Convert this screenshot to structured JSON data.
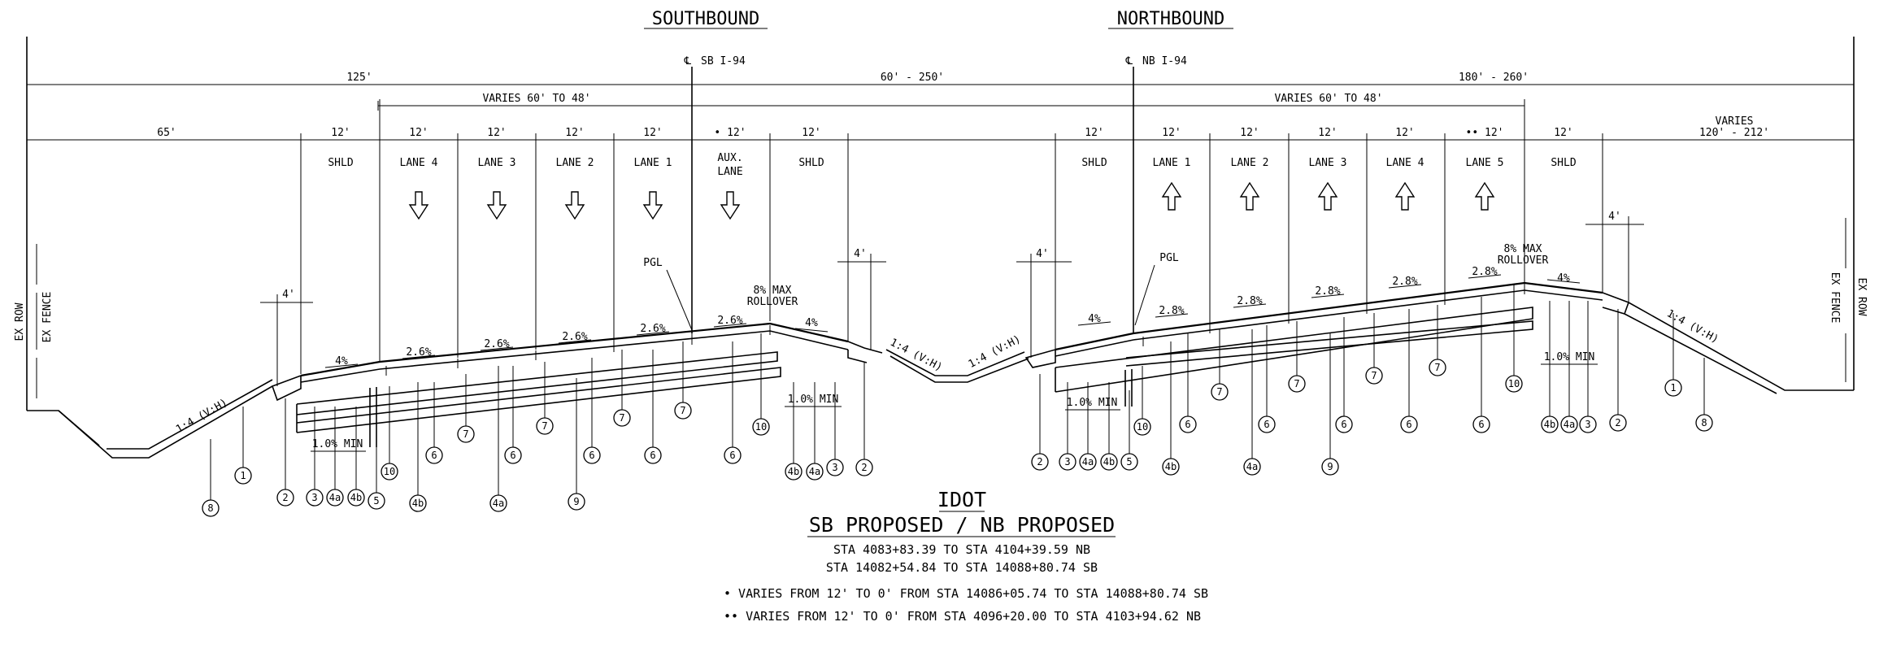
{
  "headings": {
    "southbound": "SOUTHBOUND",
    "northbound": "NORTHBOUND",
    "sb_centerline": "SB I-94",
    "nb_centerline": "NB I-94",
    "centerline_symbol": "℄"
  },
  "dims_top": {
    "d125": "125'",
    "d60_250": "60' - 250'",
    "d180_260": "180' - 260'",
    "sb_varies": "VARIES 60' TO 48'",
    "nb_varies": "VARIES 60' TO 48'",
    "nb_right_varies": "VARIES",
    "nb_right_range": "120' - 212'"
  },
  "dims_lanes": {
    "sb": [
      "65'",
      "12'",
      "12'",
      "12'",
      "12'",
      "12'",
      "• 12'",
      "12'"
    ],
    "nb": [
      "12'",
      "12'",
      "12'",
      "12'",
      "12'",
      "•• 12'",
      "12'"
    ]
  },
  "sb_lanes": [
    "SHLD",
    "LANE 4",
    "LANE 3",
    "LANE 2",
    "LANE 1",
    "AUX.",
    "LANE",
    "SHLD"
  ],
  "nb_lanes": [
    "SHLD",
    "LANE 1",
    "LANE 2",
    "LANE 3",
    "LANE 4",
    "LANE 5",
    "SHLD"
  ],
  "slopes": {
    "sb_shoulder_left": "4%",
    "sb_lane": "2.6%",
    "sb_shoulder_right": "4%",
    "nb_shoulder_left": "4%",
    "nb_lane": "2.8%",
    "nb_shoulder_right": "4%",
    "max_rollover_1": "8% MAX",
    "max_rollover_2": "ROLLOVER",
    "side_slope": "1:4 (V:H)",
    "min_slope": "1.0% MIN",
    "pgl": "PGL",
    "four_ft": "4'"
  },
  "edges": {
    "ex_row": "EX ROW",
    "ex_fence": "EX FENCE"
  },
  "callouts": {
    "c1": "1",
    "c2": "2",
    "c3": "3",
    "c4a": "4a",
    "c4b": "4b",
    "c5": "5",
    "c6": "6",
    "c7": "7",
    "c8": "8",
    "c9": "9",
    "c10": "10"
  },
  "footer": {
    "agency": "IDOT",
    "title": "SB PROPOSED / NB PROPOSED",
    "sta_line1": "STA 4083+83.39 TO STA 4104+39.59 NB",
    "sta_line2": "STA 14082+54.84 TO STA 14088+80.74 SB",
    "note1": "•  VARIES FROM 12' TO 0' FROM STA 14086+05.74 TO STA 14088+80.74 SB",
    "note2": "••  VARIES FROM 12' TO 0' FROM STA 4096+20.00 TO STA 4103+94.62 NB"
  }
}
